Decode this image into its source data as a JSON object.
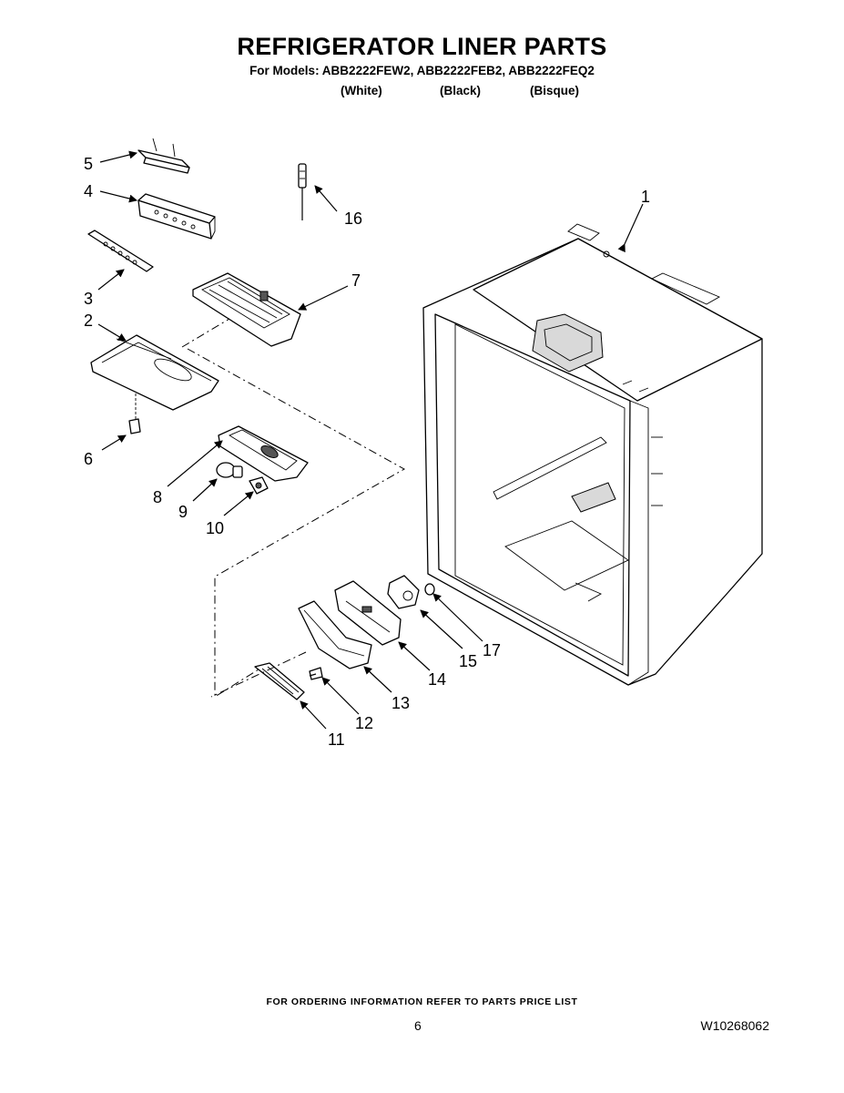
{
  "header": {
    "title": "REFRIGERATOR LINER PARTS",
    "models": "For Models: ABB2222FEW2, ABB2222FEB2, ABB2222FEQ2",
    "colors": [
      "(White)",
      "(Black)",
      "(Bisque)"
    ]
  },
  "callouts": [
    "1",
    "2",
    "3",
    "4",
    "5",
    "6",
    "7",
    "8",
    "9",
    "10",
    "11",
    "12",
    "13",
    "14",
    "15",
    "16",
    "17"
  ],
  "footer": {
    "ordering_note": "FOR ORDERING INFORMATION REFER TO PARTS PRICE LIST",
    "page_number": "6",
    "document_number": "W10268062"
  }
}
